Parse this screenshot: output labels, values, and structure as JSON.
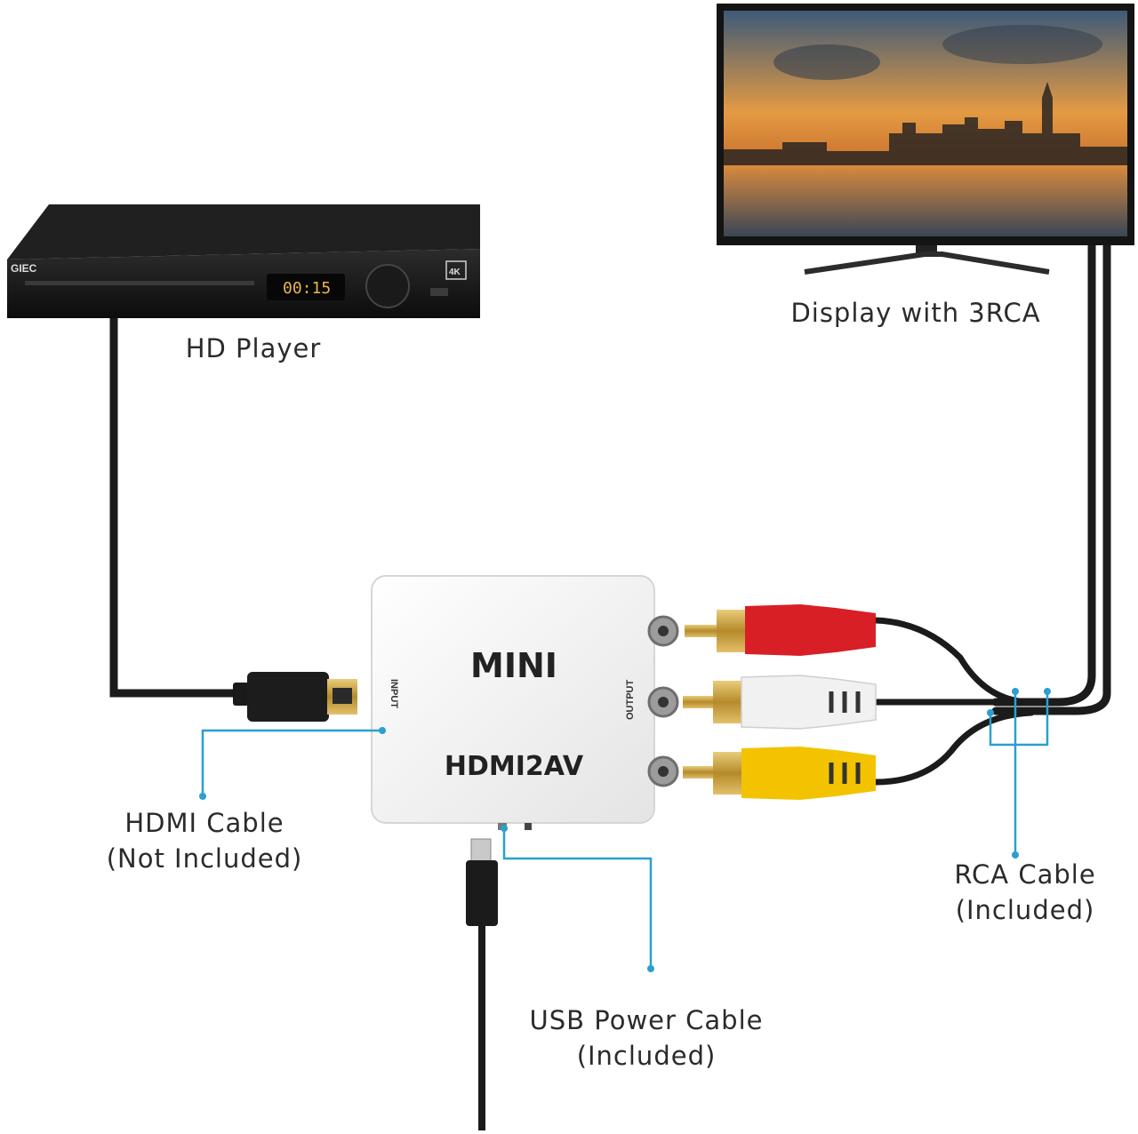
{
  "labels": {
    "hd_player": "HD Player",
    "display": "Display with 3RCA",
    "hdmi_cable_line1": "HDMI Cable",
    "hdmi_cable_line2": "(Not Included)",
    "rca_cable_line1": "RCA Cable",
    "rca_cable_line2": "(Included)",
    "usb_cable_line1": "USB Power Cable",
    "usb_cable_line2": "(Included)"
  },
  "converter": {
    "brand": "MINI",
    "model": "HDMI2AV",
    "input_port": "INPUT",
    "output_port": "OUTPUT"
  },
  "player_panel": {
    "brand": "GIEC",
    "display_readout": "00:15",
    "badge": "4K"
  },
  "colors": {
    "callout_line": "#2a9fd0",
    "cable": "#1b1b1b",
    "rca_red": "#d81f26",
    "rca_white": "#f1f1f1",
    "rca_yellow": "#f3c300",
    "connector_gold": "#c9a13b"
  }
}
